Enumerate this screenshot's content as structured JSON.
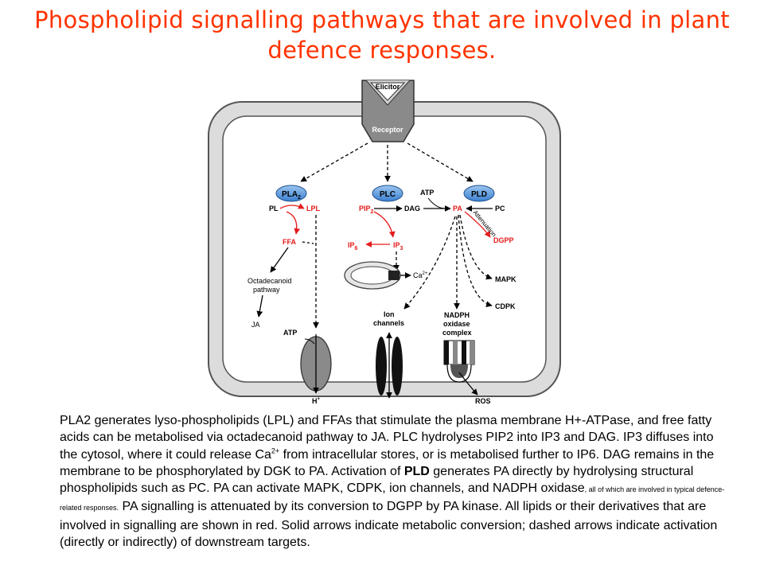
{
  "title": "Phospholipid signalling pathways that are involved in plant defence responses.",
  "diagram": {
    "elicitor": "Elicitor",
    "receptor": "Receptor",
    "pla2": "PLA",
    "pla2_sub": "2",
    "plc": "PLC",
    "pld": "PLD",
    "pl": "PL",
    "lpl": "LPL",
    "pip": "PIP",
    "pip_sub": "2",
    "dag": "DAG",
    "atp_top": "ATP",
    "pa": "PA",
    "pc": "PC",
    "attenuation": "Attenuation",
    "dgpp": "DGPP",
    "ffa": "FFA",
    "ip": "IP",
    "ip6_sub": "6",
    "ip3_sub": "3",
    "ca": "Ca",
    "ca_sup": "2+",
    "mapk": "MAPK",
    "cdpk": "CDPK",
    "octa_line1": "Octadecanoid",
    "octa_line2": "pathway",
    "ja": "JA",
    "atp_bottom": "ATP",
    "ion_line1": "Ion",
    "ion_line2": "channels",
    "nadph_line1": "NADPH",
    "nadph_line2": "oxidase",
    "nadph_line3": "complex",
    "h": "H",
    "h_sup": "+",
    "ros": "ROS"
  },
  "caption": {
    "part1": "PLA2 generates lyso-phospholipids (LPL) and FFAs that stimulate the plasma membrane H+-ATPase, and free fatty acids can be metabolised via octadecanoid pathway to JA. PLC hydrolyses PIP2 into IP3 and DAG. IP3 diffuses into the cytosol, where it could release Ca",
    "ca_sup": "2+",
    "part2": " from intracellular stores, or is metabolised further to IP6. DAG remains in the membrane to be phosphorylated by DGK to PA. Activation of ",
    "pld_bold": "PLD",
    "part3": " generates PA directly by hydrolysing structural phospholipids such as PC. PA can activate MAPK, CDPK, ion channels, and NADPH oxidase",
    "small": ", all of which are involved in typical defence-related responses.",
    "part4": " PA signalling is attenuated by its conversion to DGPP by PA kinase. All lipids or their derivatives that are involved in signalling are shown in red. Solid arrows indicate metabolic conversion; dashed arrows indicate activation (directly or indirectly) of downstream targets."
  },
  "colors": {
    "title": "#ff3300",
    "lipid_red": "#e41a1c",
    "enzyme_blue": "#4a8fd6",
    "membrane_gray": "#dcdcdc",
    "receptor_gray": "#8a8a8a"
  }
}
